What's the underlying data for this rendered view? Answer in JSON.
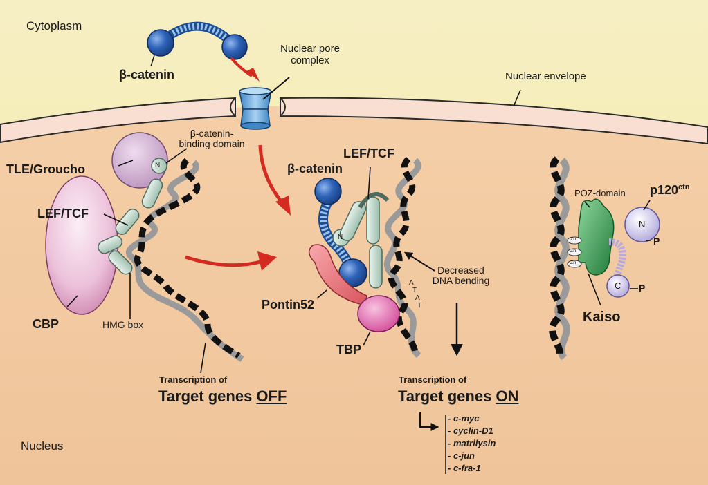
{
  "labels": {
    "cytoplasm": "Cytoplasm",
    "nucleus": "Nucleus",
    "beta_catenin_top": "β-catenin",
    "nuclear_pore_line1": "Nuclear pore",
    "nuclear_pore_line2": "complex",
    "nuclear_envelope": "Nuclear envelope",
    "binding_domain_line1": "β-catenin-",
    "binding_domain_line2": "binding domain",
    "tle_groucho": "TLE/Groucho",
    "lef_tcf_left": "LEF/TCF",
    "cbp": "CBP",
    "hmg_box": "HMG box",
    "lef_tcf_mid": "LEF/TCF",
    "beta_catenin_mid": "β-catenin",
    "pontin52": "Pontin52",
    "tbp": "TBP",
    "decreased_line1": "Decreased",
    "decreased_line2": "DNA bending",
    "poz_domain": "POZ-domain",
    "p120": "p120",
    "p120_sup": "ctn",
    "kaiso": "Kaiso",
    "n_marker": "N",
    "c_marker": "C",
    "p_marker": "P",
    "zn": "Zn",
    "tata_t": "T",
    "tata_a": "A"
  },
  "transcription_off": {
    "line1": "Transcription of",
    "target": "Target genes ",
    "state": "OFF"
  },
  "transcription_on": {
    "line1": "Transcription of",
    "target": "Target genes ",
    "state": "ON"
  },
  "target_genes": [
    "- c-myc",
    "- cyclin-D1",
    "- matrilysin",
    "- c-jun",
    "- c-fra-1"
  ],
  "colors": {
    "cytoplasm": "#f7f0b4",
    "nucleus": "#f2c7a0",
    "envelope": "#f6d9c8",
    "beta_catenin": "#2e63b8",
    "arrow": "#d42a1f",
    "cbp": "#e6b3cf",
    "tle": "#c9a6c9",
    "lef": "#c8ddd3",
    "pontin": "#e97c84",
    "tbp": "#e45fa5",
    "kaiso": "#2f9a4a",
    "p120": "#d6d0f0",
    "pore": "#6aa8d8"
  }
}
